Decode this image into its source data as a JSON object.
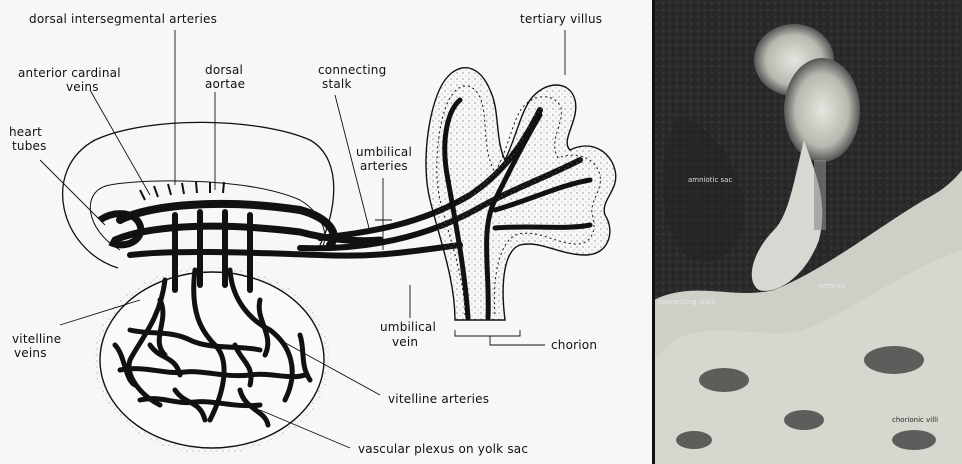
{
  "diagram": {
    "labels": {
      "dorsal_intersegmental_arteries": "dorsal intersegmental arteries",
      "tertiary_villus": "tertiary villus",
      "anterior_cardinal": "anterior cardinal",
      "veins_1": "veins",
      "dorsal": "dorsal",
      "aortae": "aortae",
      "connecting": "connecting",
      "stalk": "stalk",
      "heart": "heart",
      "tubes": "tubes",
      "umbilical_1": "umbilical",
      "arteries": "arteries",
      "umbilical_2": "umbilical",
      "vein": "vein",
      "chorion": "chorion",
      "vitelline": "vitelline",
      "veins_2": "veins",
      "vitelline_arteries": "vitelline arteries",
      "vascular_plexus": "vascular plexus on yolk sac"
    }
  },
  "photo": {
    "labels": {
      "amniotic_sac": "amniotic sac",
      "connecting_stalk": "connecting stalk",
      "embryo": "embryo",
      "chorionic_villi": "chorionic villi"
    }
  },
  "colors": {
    "ink": "#111111",
    "background": "#f7f7f5",
    "photo_dark": "#1a1a1a",
    "photo_light": "#d8d8d2"
  }
}
